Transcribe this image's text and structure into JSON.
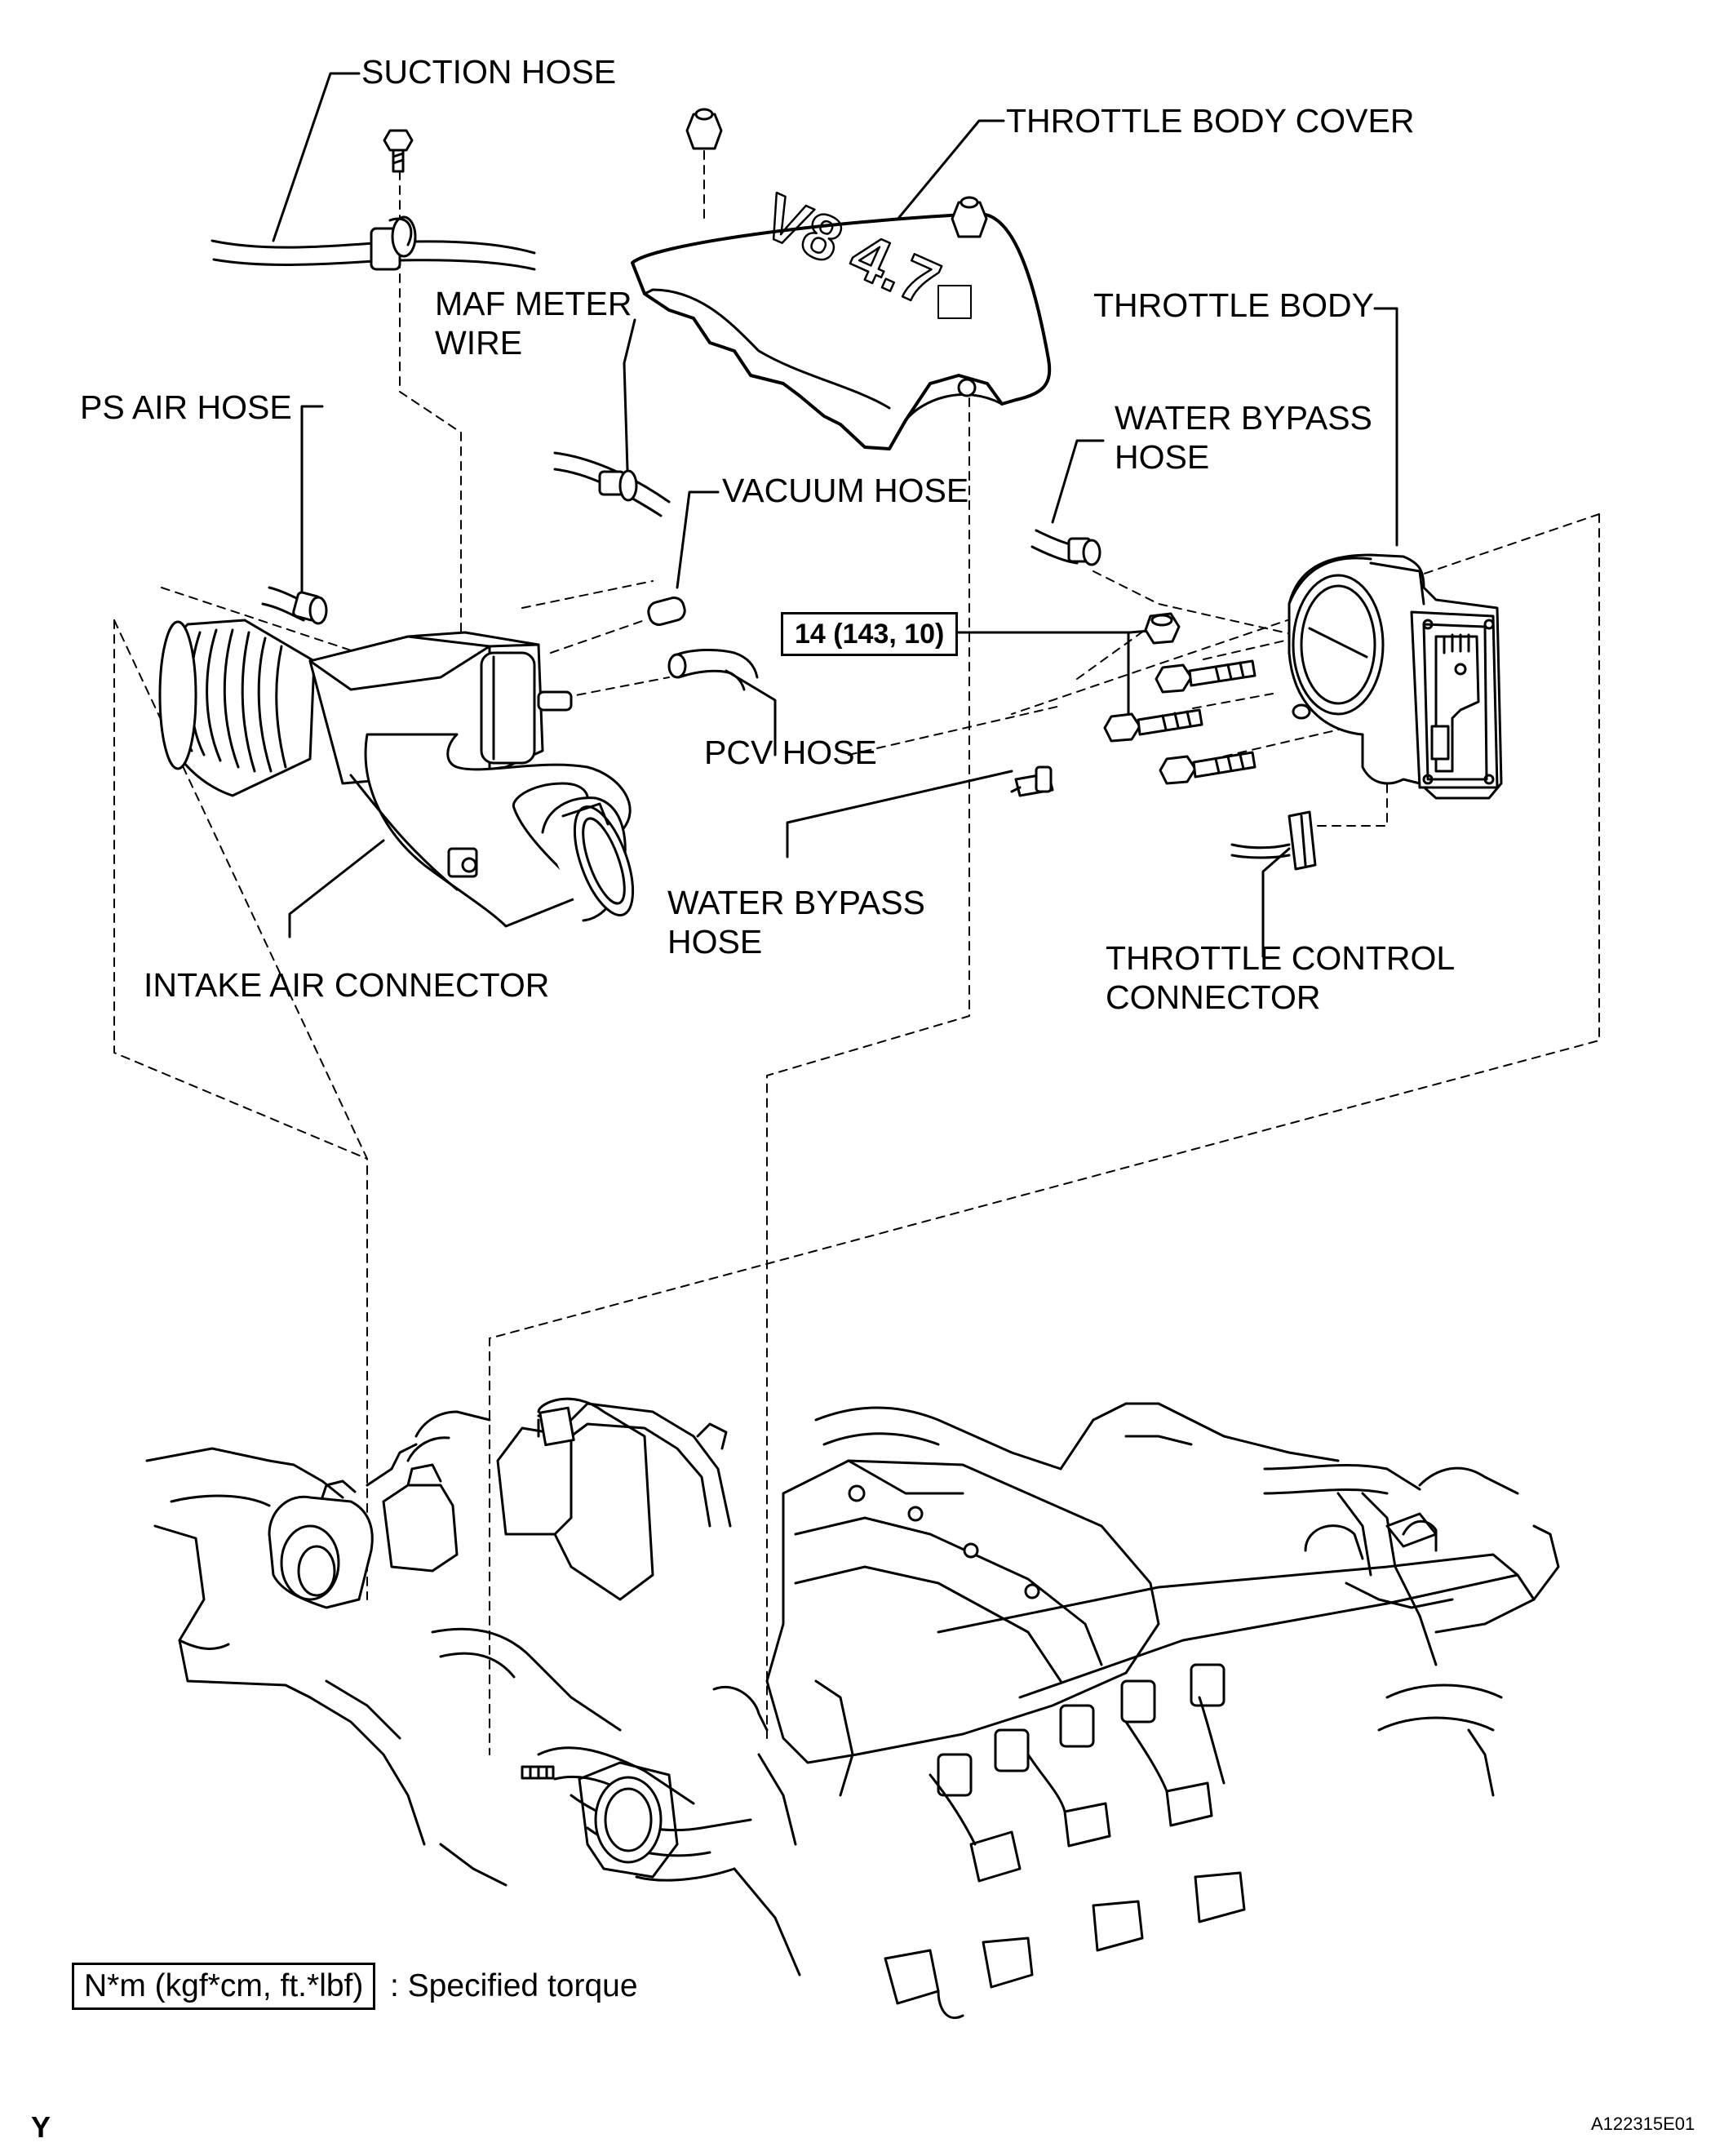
{
  "labels": {
    "suction_hose": "SUCTION HOSE",
    "throttle_body_cover": "THROTTLE BODY COVER",
    "maf_meter_wire": "MAF METER\nWIRE",
    "throttle_body": "THROTTLE BODY",
    "ps_air_hose": "PS AIR HOSE",
    "water_bypass_hose_upper": "WATER BYPASS\nHOSE",
    "vacuum_hose": "VACUUM HOSE",
    "pcv_hose": "PCV HOSE",
    "water_bypass_hose_lower": "WATER BYPASS\nHOSE",
    "throttle_control_connector": "THROTTLE CONTROL\nCONNECTOR",
    "intake_air_connector": "INTAKE AIR CONNECTOR"
  },
  "torque": {
    "value": "14 (143, 10)"
  },
  "legend": {
    "unit": "N*m (kgf*cm, ft.*lbf)",
    "description": ": Specified torque"
  },
  "cover_text": "V8 4.7",
  "footer": {
    "left_mark": "Y",
    "figure_id": "A122315E01"
  }
}
